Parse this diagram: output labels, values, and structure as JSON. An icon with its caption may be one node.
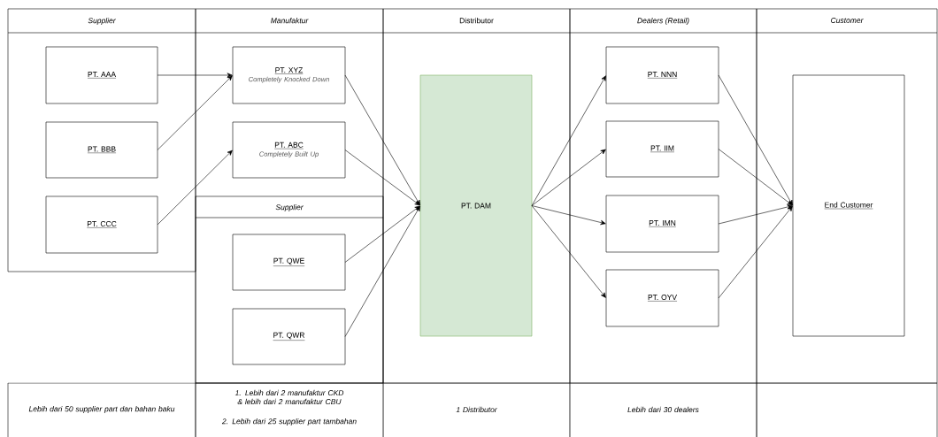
{
  "diagram": {
    "nodes": [
      {
        "text": [
          "Supplier"
        ]
      },
      {
        "text": [
          "PT. AAA"
        ],
        "in": 0
      },
      {
        "text": [
          "PT. BBB"
        ],
        "in": 0
      },
      {
        "text": [
          "PT. CCC"
        ],
        "in": 0
      },
      {
        "text": [
          "Manufaktur"
        ]
      },
      {
        "text": [
          "PT. XYZ",
          "Completely Knocked Down"
        ],
        "in": 4
      },
      {
        "text": [
          "PT. ABC",
          "Completely Built Up"
        ],
        "in": 4
      },
      {
        "text": [
          "Supplier"
        ],
        "in": 4
      },
      {
        "text": [
          "PT. QWE"
        ],
        "in": 7
      },
      {
        "text": [
          "PT. QWR"
        ],
        "in": 7
      },
      {
        "text": [
          "Distributor"
        ]
      },
      {
        "text": [
          "PT. DAM"
        ],
        "in": 10
      },
      {
        "text": [
          "Dealers (Retail)"
        ]
      },
      {
        "text": [
          "PT. NNN"
        ],
        "in": 12
      },
      {
        "text": [
          "PT. IIM"
        ],
        "in": 12
      },
      {
        "text": [
          "PT. IMN"
        ],
        "in": 12
      },
      {
        "text": [
          "PT. OYV"
        ],
        "in": 12
      },
      {
        "text": [
          "Customer"
        ]
      },
      {
        "text": [
          "End Customer"
        ],
        "in": 17
      }
    ],
    "edges": [
      {
        "from": 1,
        "to": 5,
        "arrow": "to"
      },
      {
        "from": 2,
        "to": 5,
        "arrow": "to"
      },
      {
        "from": 3,
        "to": 6,
        "arrow": "to"
      },
      {
        "from": 5,
        "to": 11,
        "arrow": "to"
      },
      {
        "from": 6,
        "to": 11,
        "arrow": "to"
      },
      {
        "from": 8,
        "to": 11,
        "arrow": "to"
      },
      {
        "from": 9,
        "to": 11,
        "arrow": "to"
      },
      {
        "from": 11,
        "to": 13,
        "arrow": "to"
      },
      {
        "from": 11,
        "to": 14,
        "arrow": "to"
      },
      {
        "from": 11,
        "to": 15,
        "arrow": "to"
      },
      {
        "from": 11,
        "to": 16,
        "arrow": "to"
      },
      {
        "from": 13,
        "to": 18,
        "arrow": "to"
      },
      {
        "from": 14,
        "to": 18,
        "arrow": "to"
      },
      {
        "from": 15,
        "to": 18,
        "arrow": "to"
      },
      {
        "from": 16,
        "to": 18,
        "arrow": "to"
      }
    ],
    "labels": [
      "Lebih dari 50 supplier part dan bahan baku",
      "1. Lebih dari 2 manufaktur CKD & lebih dari 2 manufaktur CBU",
      "2. Lebih dari 25 supplier part tambahan",
      "1 Distributor",
      "Lebih dari 30 dealers"
    ]
  }
}
